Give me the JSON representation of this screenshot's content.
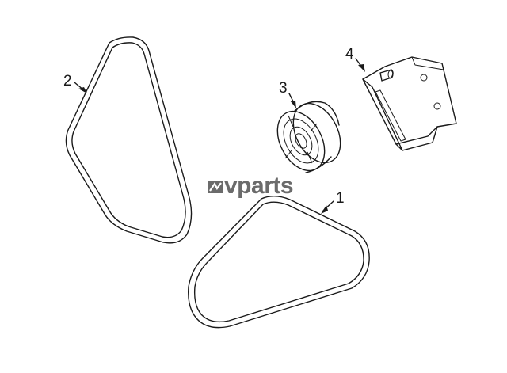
{
  "watermark": {
    "text": "vparts",
    "color": "#6b6b6b"
  },
  "parts": [
    {
      "callout": "1",
      "name": "serpentine-belt-lower"
    },
    {
      "callout": "2",
      "name": "serpentine-belt-upper"
    },
    {
      "callout": "3",
      "name": "idler-pulley"
    },
    {
      "callout": "4",
      "name": "belt-tensioner"
    }
  ],
  "colors": {
    "line": "#1a1a1a",
    "background": "#ffffff"
  }
}
